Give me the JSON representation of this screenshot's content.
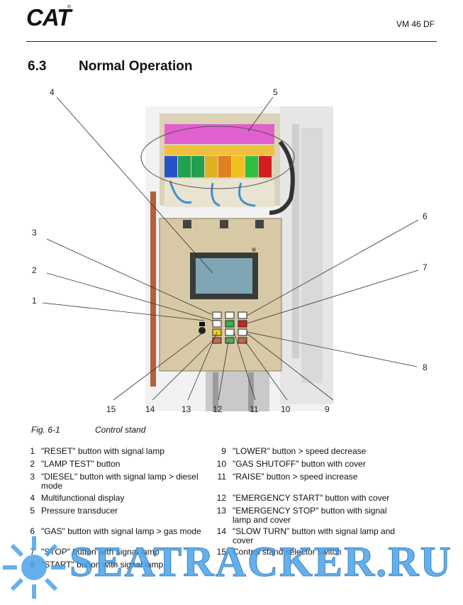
{
  "header": {
    "logo": "CAT",
    "logo_mark": "®",
    "model": "VM 46 DF"
  },
  "section": {
    "number": "6.3",
    "title": "Normal Operation"
  },
  "figure": {
    "callouts": [
      "1",
      "2",
      "3",
      "4",
      "5",
      "6",
      "7",
      "8",
      "9",
      "10",
      "11",
      "12",
      "13",
      "14",
      "15"
    ],
    "caption_label": "Fig. 6-1",
    "caption_text": "Control stand"
  },
  "legend": [
    {
      "n": "1",
      "text": "\"RESET\" button with signal lamp"
    },
    {
      "n": "2",
      "text": "\"LAMP TEST\" button"
    },
    {
      "n": "3",
      "text": "\"DIESEL\" button with signal lamp > diesel mode"
    },
    {
      "n": "4",
      "text": "Multifunctional display"
    },
    {
      "n": "5",
      "text": "Pressure transducer"
    },
    {
      "n": "6",
      "text": "\"GAS\" button with signal lamp > gas mode"
    },
    {
      "n": "7",
      "text": "\"STOP\" button with signal lamp"
    },
    {
      "n": "8",
      "text": "\"START\" button with signal lamp"
    },
    {
      "n": "9",
      "text": "\"LOWER\" button > speed decrease"
    },
    {
      "n": "10",
      "text": "\"GAS SHUTOFF\" button with cover"
    },
    {
      "n": "11",
      "text": "\"RAISE\" button > speed increase"
    },
    {
      "n": "12",
      "text": "\"EMERGENCY START\"  button with cover"
    },
    {
      "n": "13",
      "text": "\"EMERGENCY STOP\" button with signal lamp and cover"
    },
    {
      "n": "14",
      "text": "\"SLOW TURN\" button with signal lamp and cover"
    },
    {
      "n": "15",
      "text": "Control stand selector switch"
    }
  ],
  "watermark": {
    "text": "SEATRACKER.RU"
  },
  "colors": {
    "panel": "#d8c9a6",
    "display": "#7fa6b4",
    "watermark": "#4aa3ea"
  }
}
